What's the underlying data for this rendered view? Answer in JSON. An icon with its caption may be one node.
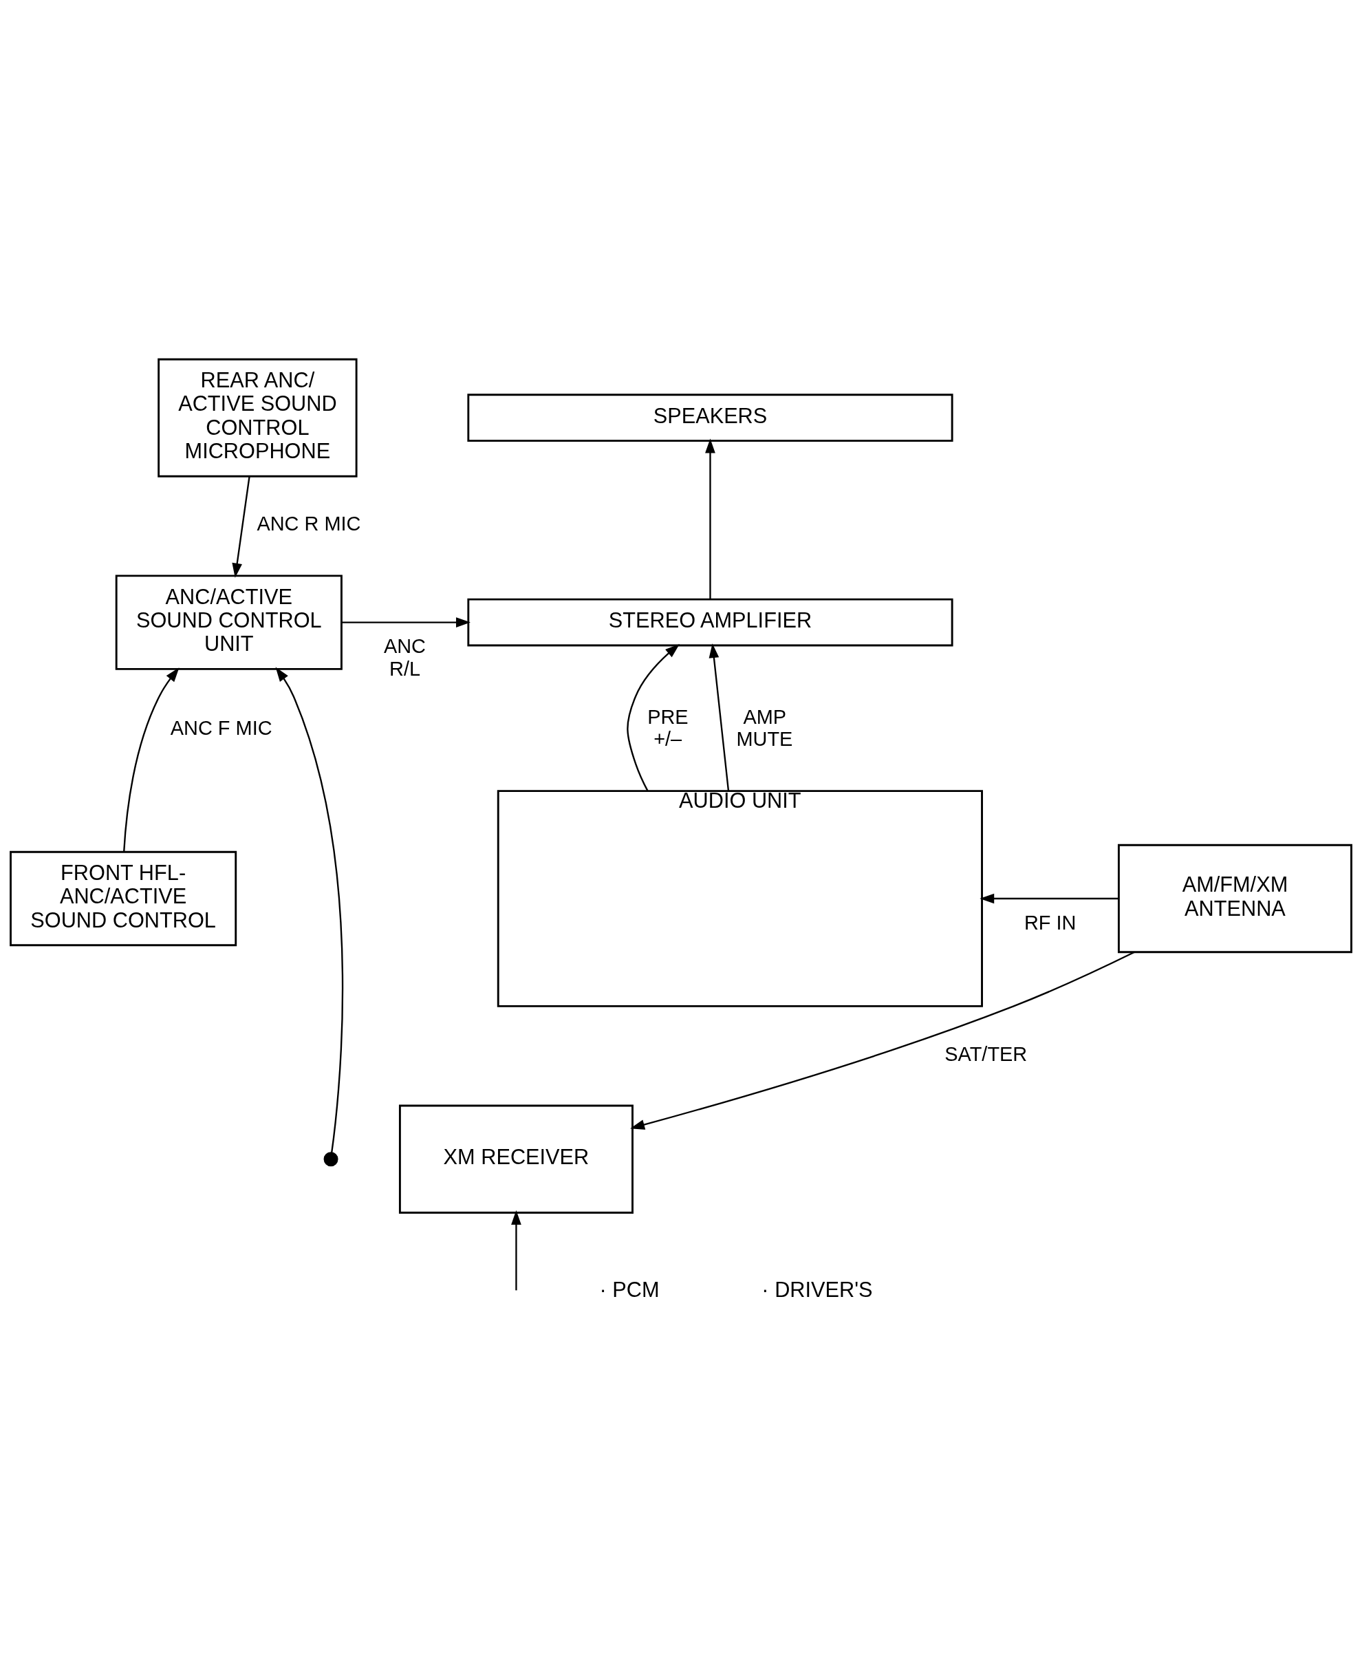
{
  "diagram": {
    "nodes": [
      {
        "text": [
          "REAR ANC/ ACTIVE SOUND CONTROL MICROPHONE"
        ]
      },
      {
        "text": [
          "SPEAKERS"
        ]
      },
      {
        "text": [
          "STEREO AMPLIFIER"
        ]
      },
      {
        "text": [
          "ANC/ACTIVE SOUND CONTROL UNIT"
        ]
      },
      {
        "text": [
          "AUDIO UNIT"
        ]
      },
      {
        "text": [
          "AM/FM/XM ANTENNA"
        ]
      },
      {
        "text": [
          "FRONT HFL- ANC/ACTIVE SOUND CONTROL"
        ]
      },
      {
        "text": [],
        "shape": "circle"
      },
      {
        "text": [
          "XM RECEIVER"
        ]
      }
    ],
    "edges": [
      {
        "from": 0,
        "to": 3,
        "arrow": "to",
        "label": "ANC R MIC"
      },
      {
        "from": 6,
        "to": 3,
        "arrow": "to",
        "label": "ANC F MIC"
      },
      {
        "from": 3,
        "to": 2,
        "arrow": "to",
        "label": "ANC R/L"
      },
      {
        "from": 7,
        "to": 3,
        "arrow": "to"
      },
      {
        "from": 2,
        "to": 1,
        "arrow": "to"
      },
      {
        "from": 4,
        "to": 2,
        "arrow": "to",
        "label": "PRE +/–"
      },
      {
        "from": 4,
        "to": 2,
        "arrow": "to",
        "label": "AMP MUTE"
      },
      {
        "from": 5,
        "to": 4,
        "arrow": "to",
        "label": "RF IN"
      },
      {
        "from": 5,
        "to": 8,
        "arrow": "to",
        "label": "SAT/TER"
      },
      {
        "from": null,
        "to": 8,
        "arrow": "to"
      }
    ],
    "labels": [
      "· PCM",
      "· DRIVER'S"
    ]
  }
}
